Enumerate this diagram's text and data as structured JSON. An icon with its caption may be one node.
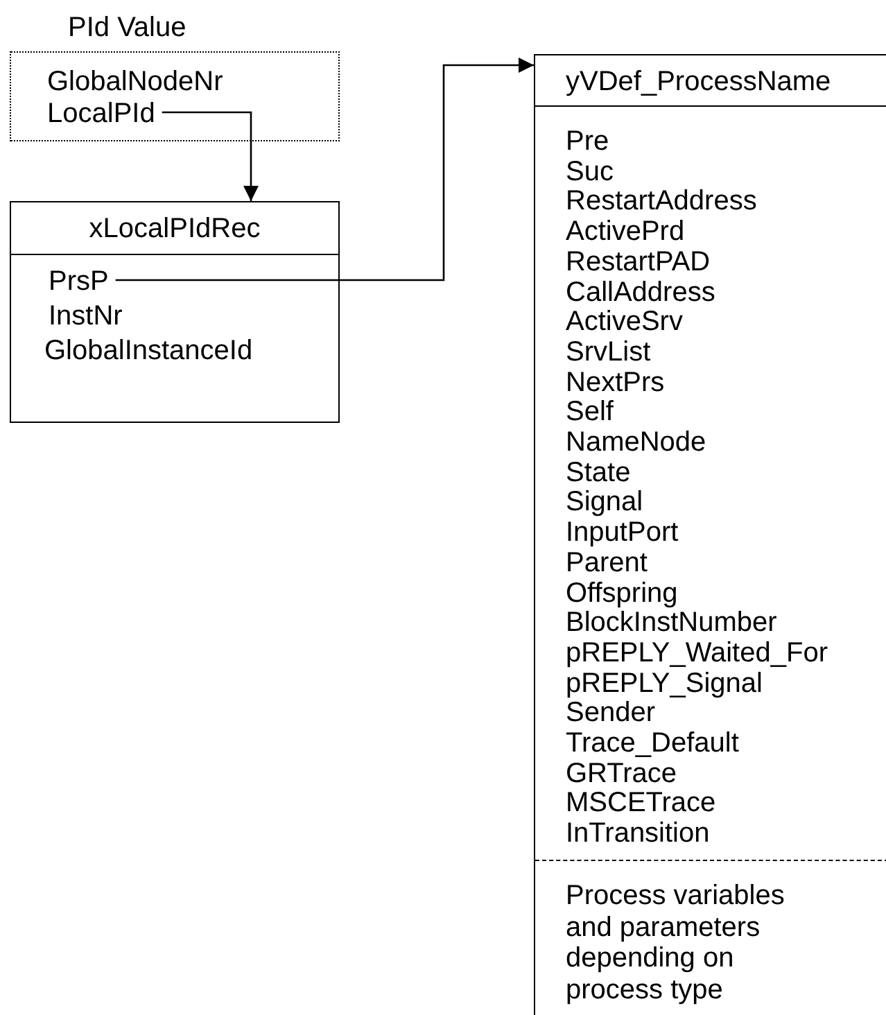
{
  "diagram": {
    "nodes": [
      {
        "text": [
          "PId Value",
          "GlobalNodeNr"
        ]
      },
      {
        "text": [
          "LocalPId"
        ],
        "in": 0
      },
      {
        "text": [
          "xLocalPIdRec",
          "InstNr",
          "GlobalInstanceId"
        ]
      },
      {
        "text": [
          "PrsP"
        ],
        "in": 2
      },
      {
        "text": [
          "yVDef_ProcessName",
          "Pre",
          "Suc",
          "RestartAddress",
          "ActivePrd",
          "RestartPAD",
          "CallAddress",
          "ActiveSrv",
          "SrvList",
          "NextPrs",
          "Self",
          "NameNode",
          "State",
          "Signal",
          "InputPort",
          "Parent",
          "Offspring",
          "BlockInstNumber",
          "pREPLY_Waited_For",
          "pREPLY_Signal",
          "Sender",
          "Trace_Default",
          "GRTrace",
          "MSCETrace",
          "InTransition",
          "Process variables and parameters depending on process type"
        ]
      }
    ],
    "edges": [
      {
        "from": 1,
        "to": 2,
        "arrow": "to"
      },
      {
        "from": 3,
        "to": 4,
        "arrow": "to"
      }
    ]
  }
}
